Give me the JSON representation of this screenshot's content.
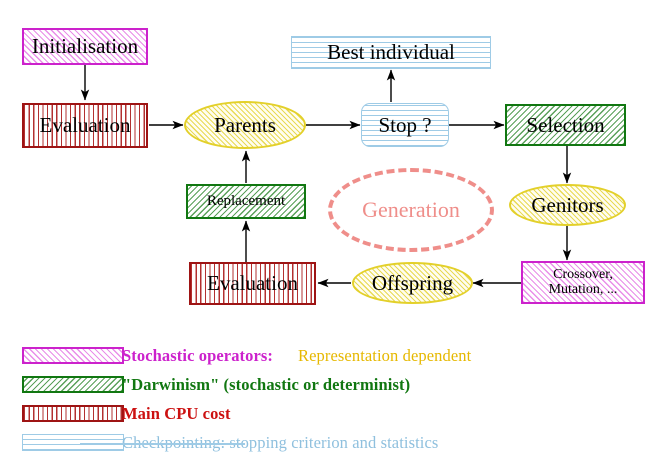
{
  "diagram": {
    "title": "Evolutionary Algorithm Cycle",
    "nodes": [
      {
        "id": "initialisation",
        "label": "Initialisation",
        "shape": "rect",
        "style": "magenta"
      },
      {
        "id": "evaluation-top",
        "label": "Evaluation",
        "shape": "rect",
        "style": "red"
      },
      {
        "id": "parents",
        "label": "Parents",
        "shape": "ellipse",
        "style": "yellow"
      },
      {
        "id": "best-individual",
        "label": "Best individual",
        "shape": "rect",
        "style": "blue"
      },
      {
        "id": "stop",
        "label": "Stop ?",
        "shape": "rounded",
        "style": "blue"
      },
      {
        "id": "selection",
        "label": "Selection",
        "shape": "rect",
        "style": "green"
      },
      {
        "id": "genitors",
        "label": "Genitors",
        "shape": "ellipse",
        "style": "yellow"
      },
      {
        "id": "crossover",
        "label_line1": "Crossover,",
        "label_line2": "Mutation, ...",
        "shape": "rect",
        "style": "magenta"
      },
      {
        "id": "offspring",
        "label": "Offspring",
        "shape": "ellipse",
        "style": "yellow"
      },
      {
        "id": "evaluation-bottom",
        "label": "Evaluation",
        "shape": "rect",
        "style": "red"
      },
      {
        "id": "replacement",
        "label": "Replacement",
        "shape": "rect",
        "style": "green"
      },
      {
        "id": "generation",
        "label": "Generation",
        "shape": "dashed-ellipse",
        "style": "salmon"
      }
    ]
  },
  "legend": {
    "rows": [
      {
        "swatch": "magenta-hatch",
        "text": "Stochastic operators:",
        "text2": "Representation dependent"
      },
      {
        "swatch": "green-hatch",
        "text": "\"Darwinism\" (stochastic or determinist)",
        "text2": ""
      },
      {
        "swatch": "red-vertical",
        "text": "Main CPU cost",
        "text2": ""
      },
      {
        "swatch": "blue-horizontal",
        "text": "Checkpointing: stopping criterion and statistics",
        "text2": ""
      }
    ]
  },
  "colors": {
    "magenta": "#cc22cc",
    "green": "#117711",
    "red": "#cc1111",
    "blue": "#8fc0de",
    "gold": "#e6b800",
    "salmon": "#ef8e8a",
    "yellow_border": "#e3d02a"
  }
}
